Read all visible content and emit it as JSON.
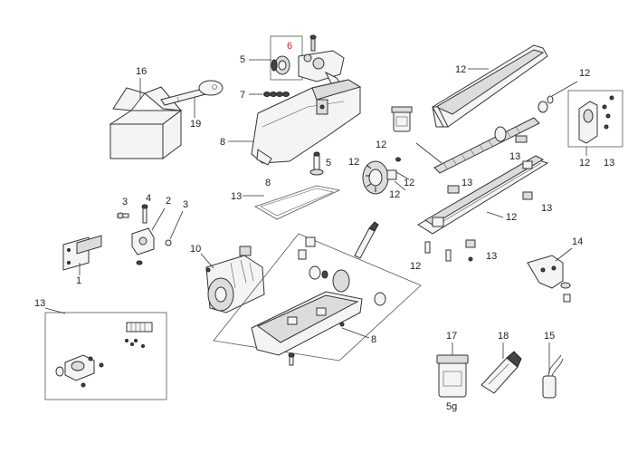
{
  "callouts": {
    "c1": "1",
    "c2": "2",
    "c3a": "3",
    "c3b": "3",
    "c4": "4",
    "c5a": "5",
    "c5b": "5",
    "c6": "6",
    "c7": "7",
    "c8a": "8",
    "c8b": "8",
    "c8c": "8",
    "c10": "10",
    "c12a": "12",
    "c12b": "12",
    "c12c": "12",
    "c12d": "12",
    "c12e": "12",
    "c12f": "12",
    "c12g": "12",
    "c12h": "12",
    "c12i": "12",
    "c13a": "13",
    "c13b": "13",
    "c13c": "13",
    "c13d": "13",
    "c13e": "13",
    "c13f": "13",
    "c13g": "13",
    "c14": "14",
    "c15": "15",
    "c16": "16",
    "c17": "17",
    "c18": "18",
    "c19": "19"
  },
  "grease_jar_label": "5g",
  "highlight_color": "#d0202a",
  "line_color": "#333333"
}
